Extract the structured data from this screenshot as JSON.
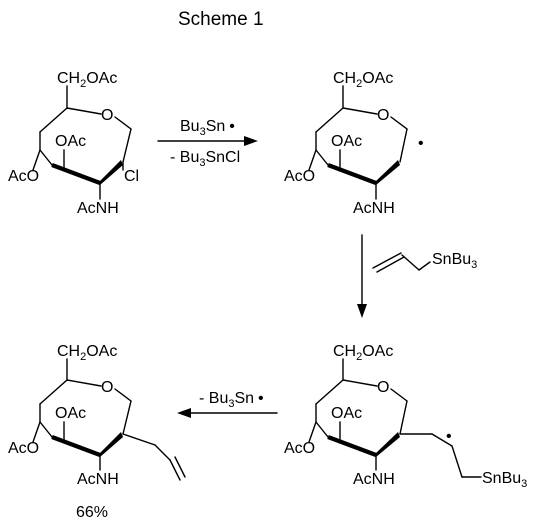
{
  "title": "Scheme 1",
  "labels": {
    "ch2oac": "CH",
    "ch2oac_sub": "2",
    "ch2oac_tail": "OAc",
    "ring_o": "O",
    "oac": "OAc",
    "aco": "AcO",
    "acnh": "AcNH",
    "cl": "Cl",
    "radical_dot": "•"
  },
  "reagents": {
    "step1_top_base": "Bu",
    "step1_top_sub": "3",
    "step1_top_tail": "Sn",
    "step1_bottom_prefix": "- Bu",
    "step1_bottom_sub": "3",
    "step1_bottom_tail": "SnCl",
    "step2_base": "SnBu",
    "step2_sub": "3",
    "step3_prefix": "- Bu",
    "step3_sub": "3",
    "step3_tail": "Sn"
  },
  "intermediate_chain": {
    "base": "SnBu",
    "sub": "3"
  },
  "yield": "66%"
}
